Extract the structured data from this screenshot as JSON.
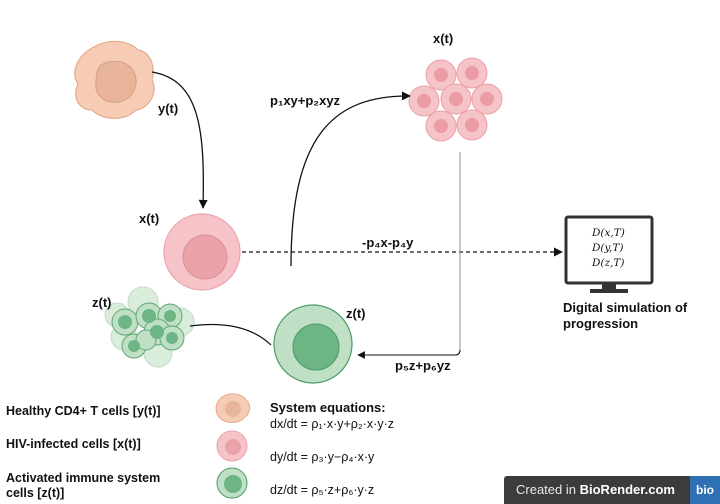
{
  "labels": {
    "healthy_var": "y(t)",
    "infected_var": "x(t)",
    "infected_cluster_var": "x(t)",
    "immune_cluster_var": "z(t)",
    "immune_cell_var": "z(t)"
  },
  "rates": {
    "infection_rate": "p₁xy+p₂xyz",
    "removal_rate": "-p₄x-p₄y",
    "immune_rate": "p₅z+p₆yz"
  },
  "monitor": {
    "line1": "D(x,T)",
    "line2": "D(y,T)",
    "line3": "D(z,T)",
    "caption_line1": "Digital simulation of",
    "caption_line2": "progression"
  },
  "legend": {
    "healthy": "Healthy CD4+ T cells [y(t)]",
    "infected": "HIV-infected cells [x(t)]",
    "immune_line1": "Activated immune system",
    "immune_line2": "cells [z(t)]"
  },
  "equations": {
    "title": "System equations:",
    "eq1": "dx/dt = ρ₁·x·y+ρ₂·x·y·z",
    "eq2": "dy/dt = ρ₃·y−ρ₄·x·y",
    "eq3": "dz/dt = ρ₅·z+ρ₆·y·z"
  },
  "watermark": {
    "prefix": "Created in",
    "brand": "BioRender.com",
    "logo": "bio"
  },
  "colors": {
    "healthy_fill": "#f6cdb4",
    "healthy_nucleus": "#e8b49a",
    "infected_fill": "#f6c4c8",
    "infected_nucleus": "#e9a3a9",
    "immune_fill": "#bfe0c4",
    "immune_nucleus": "#6db585",
    "immune_edge": "#4f9a66"
  }
}
